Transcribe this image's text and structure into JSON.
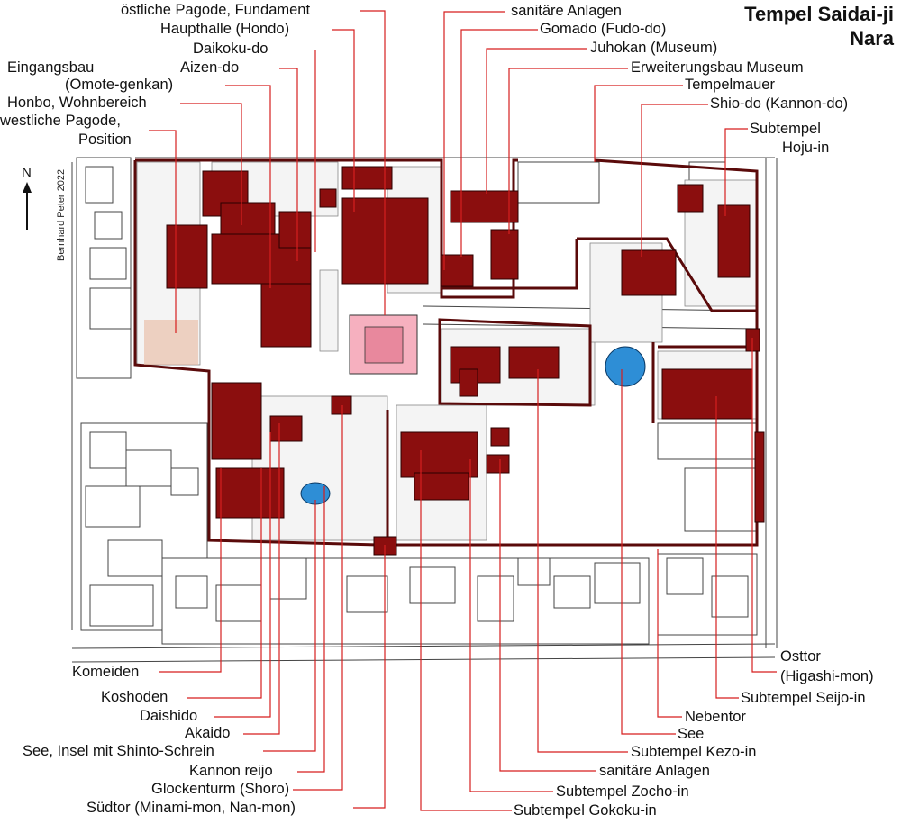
{
  "title": {
    "line1": "Tempel Saidai-ji",
    "line2": "Nara"
  },
  "credit": "Bernhard Peter 2022",
  "compass": {
    "north": "N"
  },
  "colors": {
    "building": "#8b0e0e",
    "leader": "#d61e1e",
    "pagoda": "#f6b0bf",
    "water": "#2e8ed6"
  },
  "labels": {
    "oestliche_pagode": "östliche Pagode, Fundament",
    "haupthalle": "Haupthalle (Hondo)",
    "daikoku_do": "Daikoku-do",
    "aizen_do": "Aizen-do",
    "eingangsbau": "Eingangsbau",
    "omote_genkan": "(Omote-genkan)",
    "honbo": "Honbo, Wohnbereich",
    "westliche_pagode": "westliche Pagode,",
    "position": "Position",
    "sanitaere_anlagen_top": "sanitäre Anlagen",
    "gomado": "Gomado (Fudo-do)",
    "juhokan": "Juhokan (Museum)",
    "erweiterungsbau": "Erweiterungsbau Museum",
    "tempelmauer": "Tempelmauer",
    "shio_do": "Shio-do (Kannon-do)",
    "subtempel": "Subtempel",
    "hoju_in": "Hoju-in",
    "komeiden": "Komeiden",
    "koshoden": "Koshoden",
    "daishido": "Daishido",
    "akaido": "Akaido",
    "see_insel": "See, Insel mit Shinto-Schrein",
    "kannon_reijo": "Kannon reijo",
    "glockenturm": "Glockenturm (Shoro)",
    "suedtor": "Südtor (Minami-mon, Nan-mon)",
    "osttor": "Osttor",
    "higashi_mon": "(Higashi-mon)",
    "subtempel_seijo": "Subtempel Seijo-in",
    "nebentor": "Nebentor",
    "see": "See",
    "subtempel_kezo": "Subtempel Kezo-in",
    "sanitaere_anlagen_bottom": "sanitäre Anlagen",
    "subtempel_zocho": "Subtempel Zocho-in",
    "subtempel_gokoku": "Subtempel Gokoku-in"
  }
}
